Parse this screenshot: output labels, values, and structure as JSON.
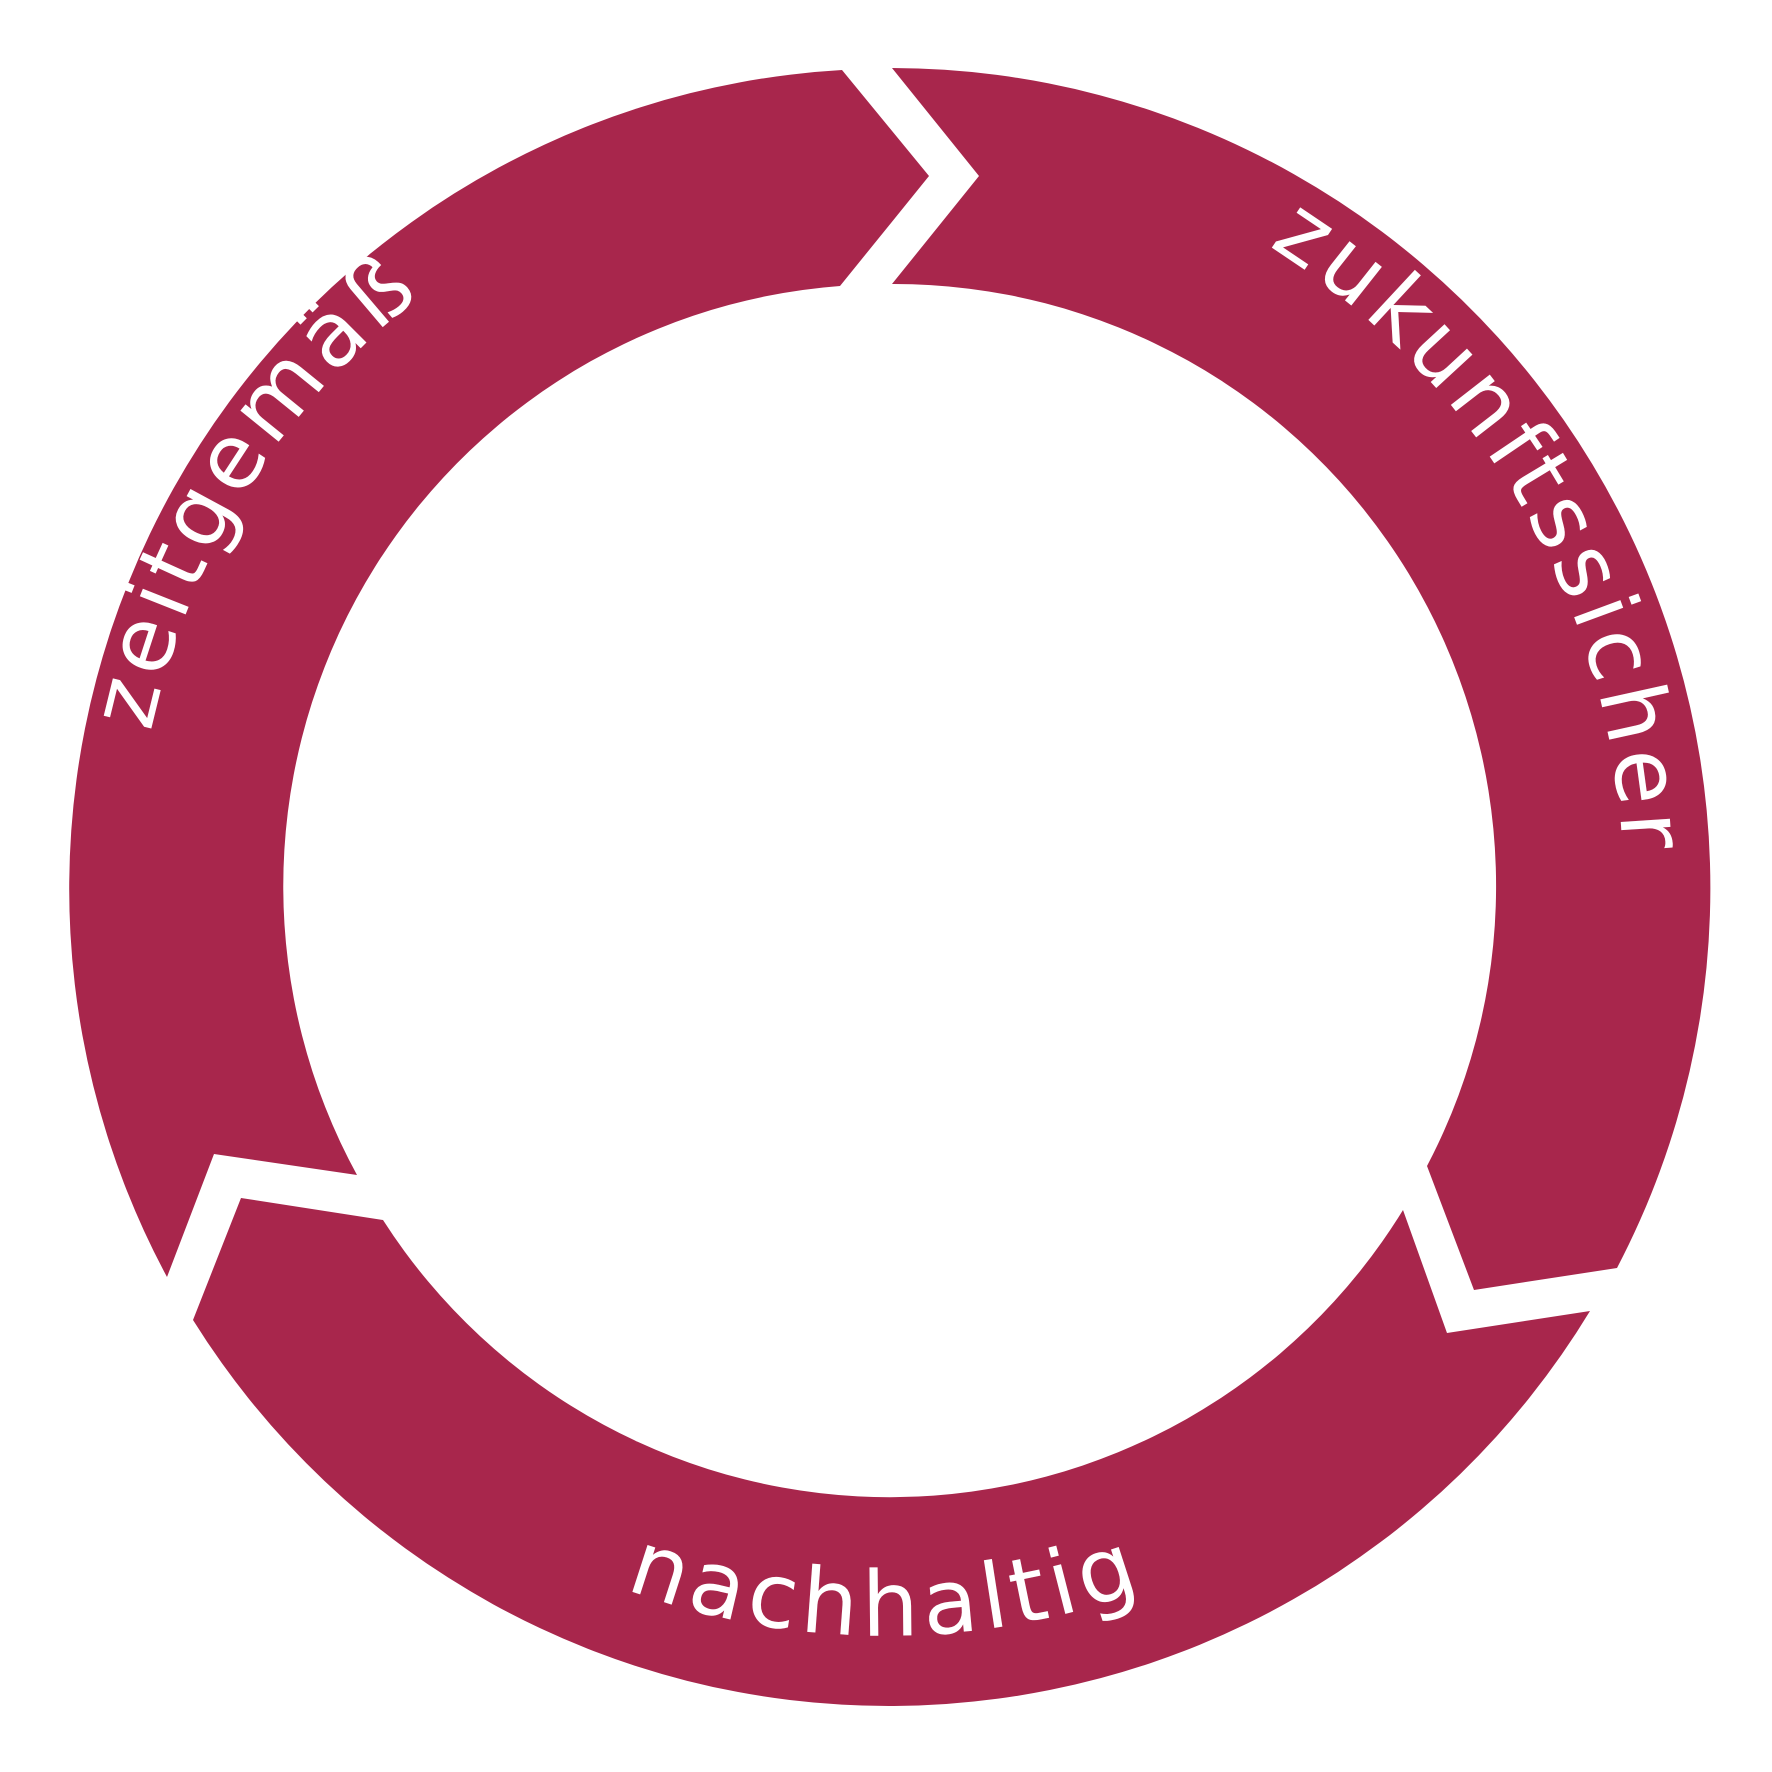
{
  "diagram": {
    "colors": {
      "ring": "#a8264c",
      "label": "#ffffff",
      "background": "#ffffff"
    },
    "segments": [
      {
        "id": "top-left",
        "label": "zeitgemäß"
      },
      {
        "id": "right",
        "label": "zukunftssicher"
      },
      {
        "id": "bottom",
        "label": "nachhaltig"
      }
    ]
  }
}
